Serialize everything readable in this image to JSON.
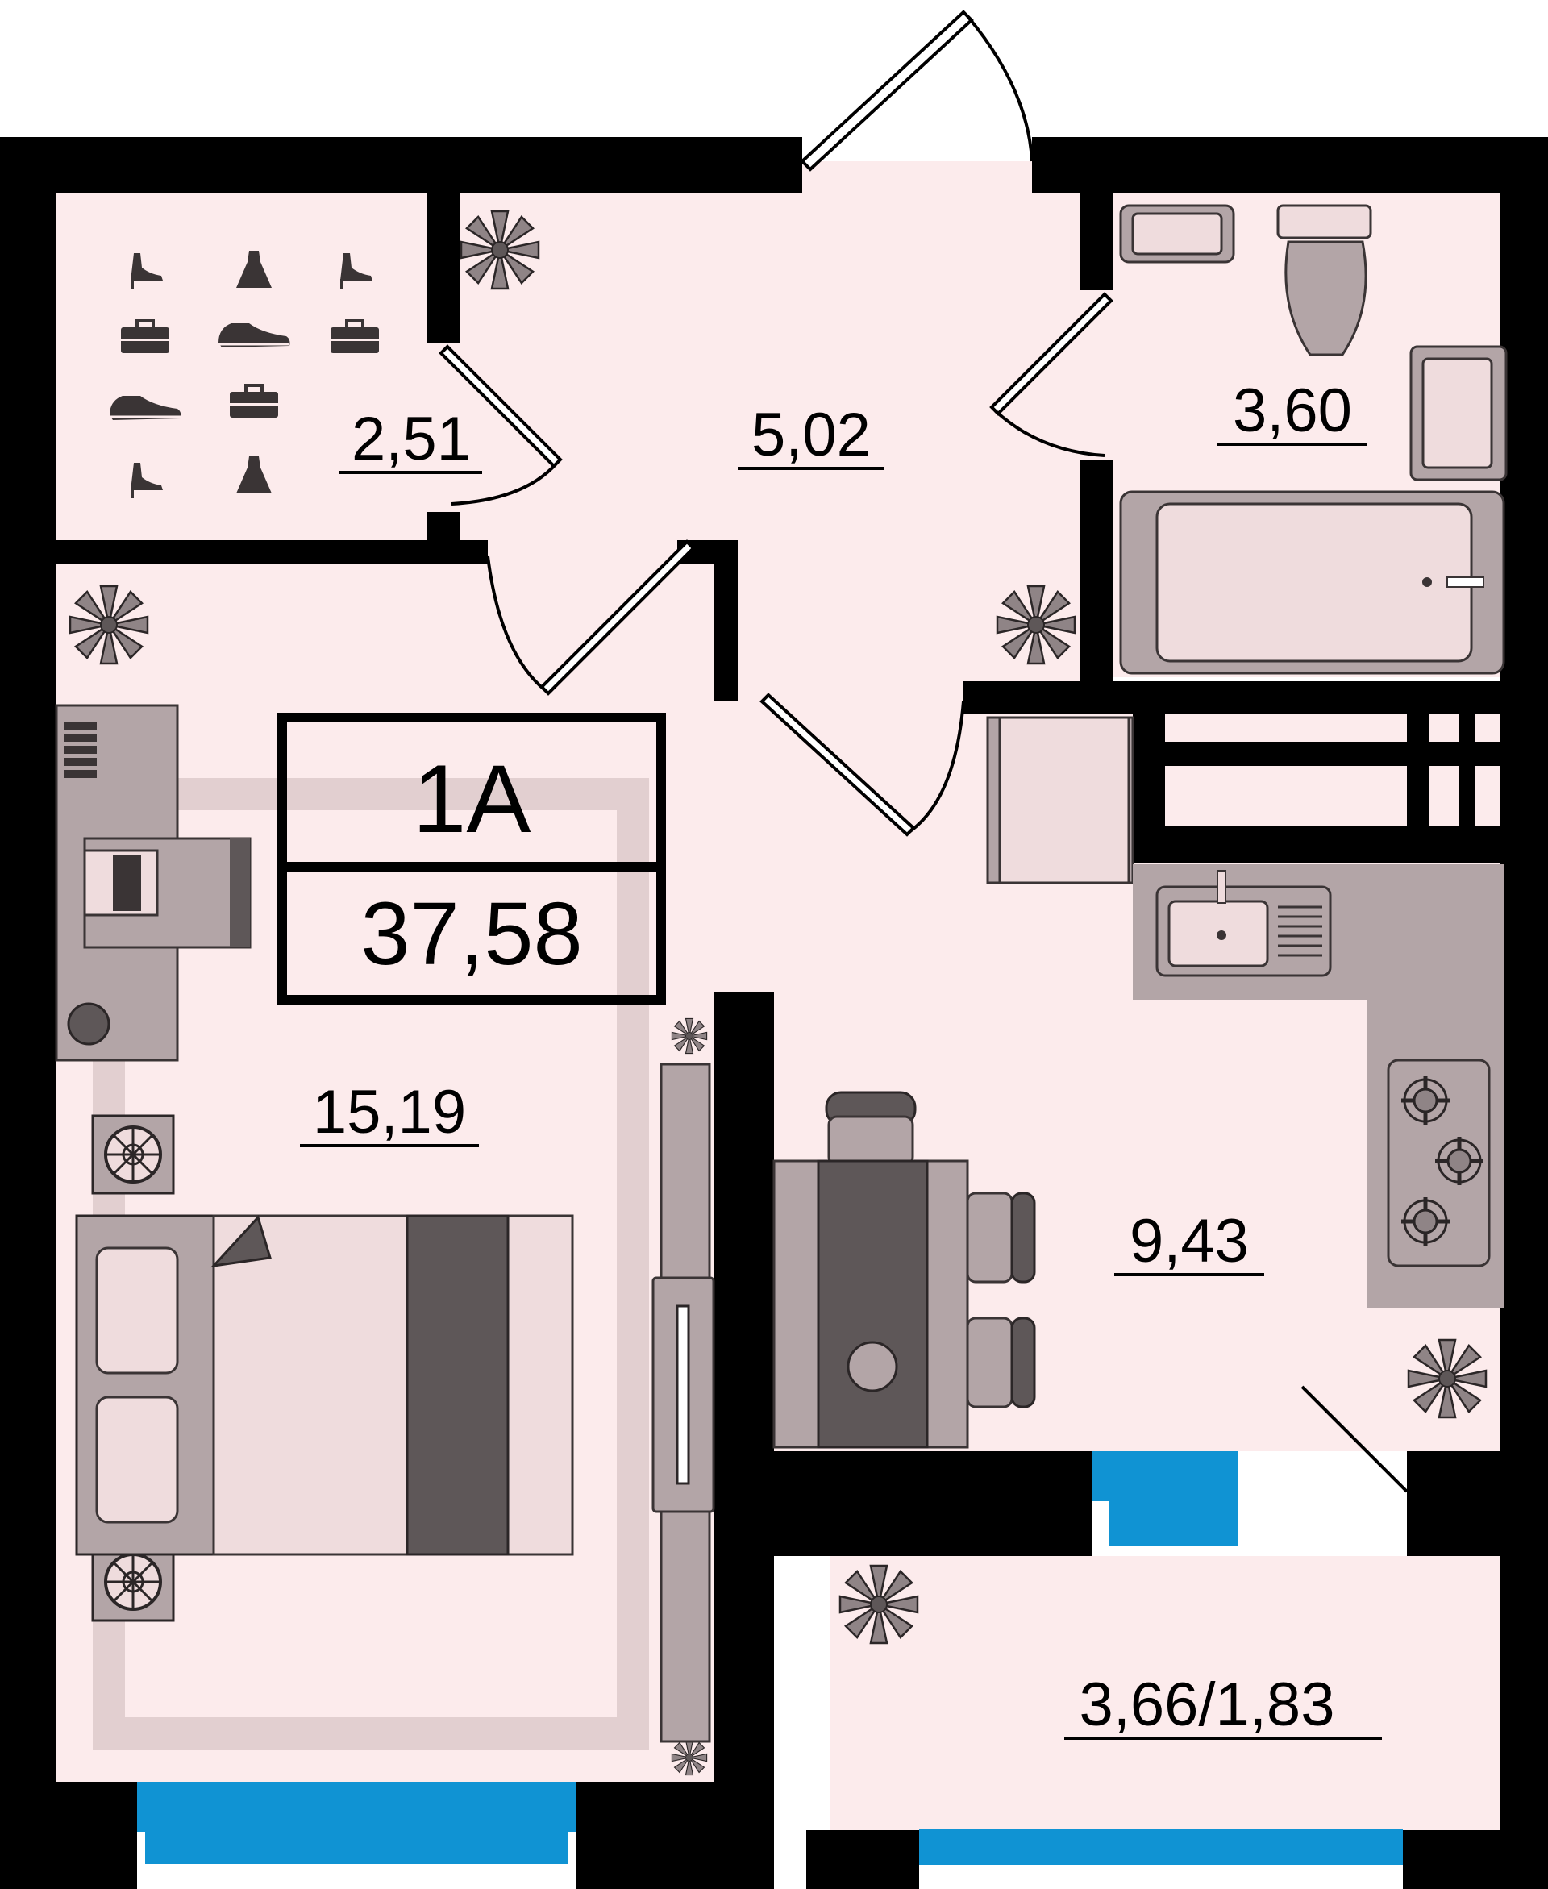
{
  "plan": {
    "unit_type": "1A",
    "total_area": "37,58",
    "rooms": [
      {
        "id": "wardrobe",
        "label": "2,51"
      },
      {
        "id": "hallway",
        "label": "5,02"
      },
      {
        "id": "bathroom",
        "label": "3,60"
      },
      {
        "id": "bedroom",
        "label": "15,19"
      },
      {
        "id": "kitchen",
        "label": "9,43"
      },
      {
        "id": "balcony",
        "label": "3,66/1,83"
      }
    ]
  },
  "colors": {
    "floor": "#fcebec",
    "walls": "#000000",
    "furniture": "#b3a5a7",
    "furniture_dark": "#5e5758",
    "windows": "#1093d3"
  },
  "icons": [
    "shoe-icon",
    "dress-icon",
    "briefcase-icon",
    "sneaker-icon",
    "plant-icon",
    "toilet-icon",
    "sink-icon",
    "bathtub-icon",
    "stove-icon",
    "bed-icon",
    "table-icon",
    "desk-icon"
  ]
}
